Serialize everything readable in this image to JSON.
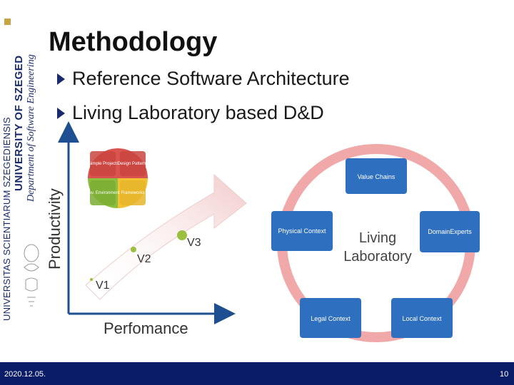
{
  "sidebar": {
    "latin_name": "UNIVERSITAS SCIENTIARUM SZEGEDIENSIS",
    "university": "UNIVERSITY OF SZEGED",
    "department": "Department of Software Engineering"
  },
  "slide": {
    "title": "Methodology",
    "bullets": [
      "Reference Software Architecture",
      "Living Laboratory based D&D"
    ]
  },
  "growth_chart": {
    "y_label": "Productivity",
    "x_label": "Perfomance",
    "versions": [
      "V1",
      "V2",
      "V3"
    ]
  },
  "quadrants": [
    "Sample Projects",
    "Design Patterns",
    "Dev. Environment",
    "Frameworks"
  ],
  "living_lab": {
    "center_line1": "Living",
    "center_line2": "Laboratory",
    "nodes": [
      "Value Chains",
      "DomainExperts",
      "Local Context",
      "Legal Context",
      "Physical Context"
    ]
  },
  "footer": {
    "date": "2020.12.05.",
    "page": "10"
  },
  "colors": {
    "accent_gold": "#c8a544",
    "navy": "#0b1c66",
    "box_blue": "#2e6fbf",
    "ring": "#f0a8a8",
    "q_red": "#d9534f",
    "q_green": "#8bbf3f",
    "q_yellow": "#f2c233",
    "q_purple": "#9b59b6"
  }
}
